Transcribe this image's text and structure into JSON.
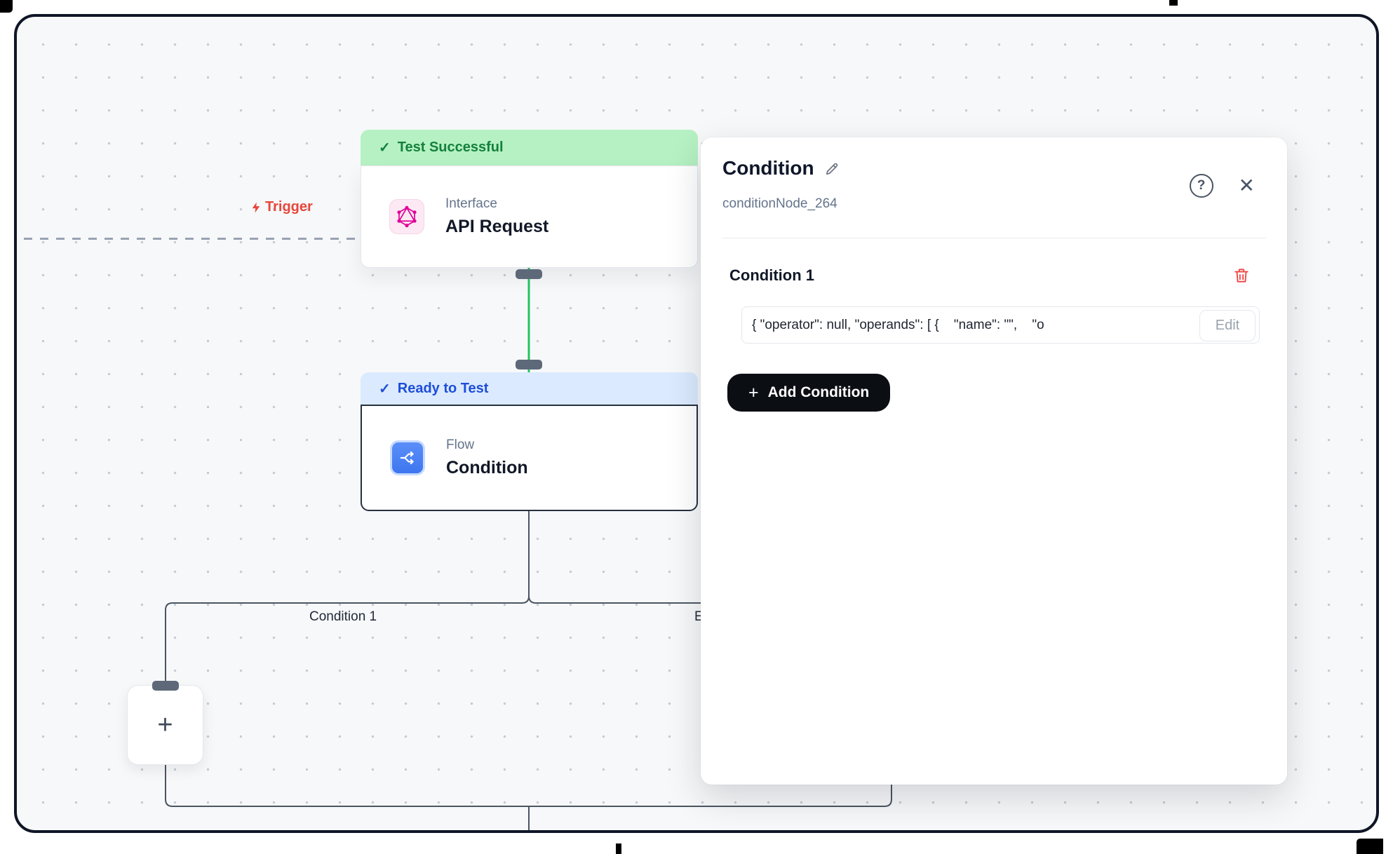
{
  "icons": {
    "check": "✓",
    "close": "✕",
    "help": "?",
    "plus": "+"
  },
  "canvas": {
    "trigger_label": "Trigger",
    "edge_labels": {
      "condition1": "Condition 1",
      "else": "Else"
    }
  },
  "nodes": {
    "api_request": {
      "status": "Test Successful",
      "type_label": "Interface",
      "title": "API Request"
    },
    "condition": {
      "status": "Ready to Test",
      "type_label": "Flow",
      "title": "Condition"
    }
  },
  "panel": {
    "title": "Condition",
    "node_id": "conditionNode_264",
    "condition_heading": "Condition 1",
    "expression": "{ \"operator\": null, \"operands\": [ {    \"name\": \"\",    \"o",
    "edit_label": "Edit",
    "add_condition_label": "Add Condition"
  },
  "colors": {
    "status_green_bg": "#b5f1c2",
    "status_green_text": "#15803d",
    "status_blue_bg": "#dbeafe",
    "status_blue_text": "#1d4ed8",
    "edge_green": "#22c55e",
    "edge_gray": "#4b5563",
    "trigger_red": "#e8463c",
    "danger_red": "#ef4444",
    "button_black": "#0b0e13",
    "graphql_magenta": "#e10098"
  }
}
